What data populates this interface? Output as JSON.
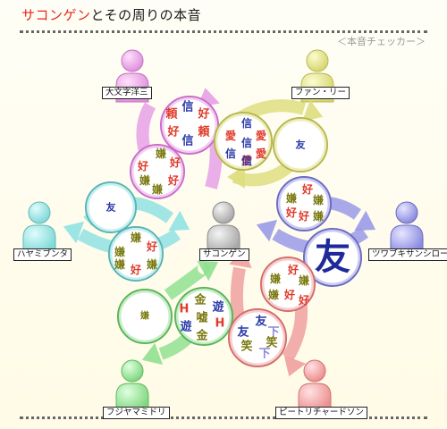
{
  "title": {
    "part1": "サコンゲン",
    "part2": "とその周りの本音"
  },
  "subtitle": "＜本音チェッカー＞",
  "center": {
    "name": "サコンゲン"
  },
  "characters": [
    {
      "id": "taibunji",
      "name": "大文字洋三",
      "color": "#e9a0e6",
      "out": [
        "頼",
        "好",
        "信",
        "好",
        "頼",
        "信"
      ],
      "in": [
        "嫌",
        "好",
        "好",
        "嫌",
        "嫌",
        "好"
      ]
    },
    {
      "id": "fanly",
      "name": "ファン・リー",
      "color": "#dede7e",
      "out": [
        "信",
        "愛",
        "愛",
        "信",
        "信",
        "愛",
        "愛",
        "信"
      ],
      "in": [
        "友"
      ]
    },
    {
      "id": "hayamibunta",
      "name": "ハヤミブンタ",
      "color": "#8ee0e0",
      "out": [
        "友"
      ],
      "in": [
        "嫌",
        "好",
        "嫌",
        "嫌",
        "好",
        "嫌"
      ]
    },
    {
      "id": "tsuwabuki",
      "name": "ツワブキサンシロー",
      "color": "#9a9ae6",
      "out": [
        "好",
        "嫌",
        "嫌",
        "好",
        "好",
        "嫌"
      ],
      "in": [
        "友"
      ]
    },
    {
      "id": "fujiyama",
      "name": "フジヤマミドリ",
      "color": "#8ee08e",
      "out": [
        "嫌"
      ],
      "in": [
        "金",
        "遊",
        "H",
        "嘘",
        "H",
        "遊",
        "金"
      ]
    },
    {
      "id": "peter",
      "name": "ピートリチャードソン",
      "color": "#f0a0a0",
      "out": [
        "好",
        "嫌",
        "嫌",
        "好",
        "嫌",
        "好"
      ],
      "in": [
        "友",
        "友",
        "下",
        "笑",
        "下",
        "笑"
      ]
    }
  ],
  "colors": {
    "kanji_red": "#e03a2a",
    "kanji_blue": "#2a3aa8",
    "kanji_olive": "#7a7a10",
    "kanji_purple": "#b040b0",
    "kanji_lav": "#8a8ad8"
  }
}
